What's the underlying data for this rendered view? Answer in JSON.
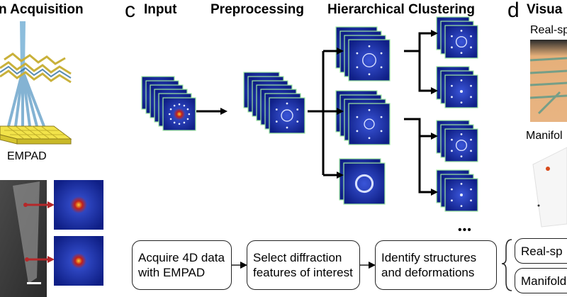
{
  "panels": {
    "a": {
      "title": "n Acquisition",
      "detector": "EMPAD"
    },
    "c": {
      "letter": "c",
      "title": "Input"
    },
    "preprocessing": {
      "title": "Preprocessing"
    },
    "clustering": {
      "title": "Hierarchical Clustering"
    },
    "d": {
      "letter": "d",
      "title": "Visua",
      "real_space": "Real-sp",
      "manifold": "Manifol"
    }
  },
  "ellipsis": "•••",
  "flow": {
    "step1": "Acquire 4D data\nwith EMPAD",
    "step2": "Select diffraction\nfeatures of interest",
    "step3": "Identify structures\nand deformations",
    "out1": "Real-sp",
    "out2": "Manifold"
  },
  "colors": {
    "pattern_bg": "#1a2fa0",
    "pattern_border": "#9fe8a0",
    "beam": "#7fb6d8",
    "detector": "#f2e34a",
    "arrow": "#000000",
    "red_arrow": "#b5282a"
  }
}
